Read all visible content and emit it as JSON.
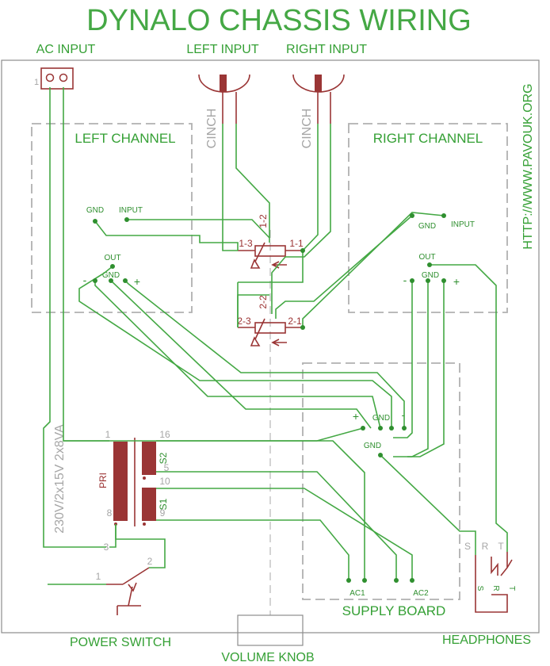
{
  "title": "DYNALO CHASSIS WIRING",
  "labels": {
    "ac_input": "AC INPUT",
    "left_input": "LEFT INPUT",
    "right_input": "RIGHT INPUT",
    "cinch_left": "CINCH",
    "cinch_right": "CINCH",
    "left_channel": "LEFT CHANNEL",
    "right_channel": "RIGHT CHANNEL",
    "website": "HTTP://WWW.PAVOUK.ORG",
    "transformer": "230V/2x15V 2x8VA",
    "supply_board": "SUPPLY BOARD",
    "power_switch": "POWER SWITCH",
    "volume_knob": "VOLUME KNOB",
    "headphones": "HEADPHONES"
  },
  "pins": {
    "gnd": "GND",
    "input": "INPUT",
    "out": "OUT",
    "minus": "-",
    "plus": "+",
    "pot_1_1": "1-1",
    "pot_1_2": "1-2",
    "pot_1_3": "1-3",
    "pot_2_1": "2-1",
    "pot_2_2": "2-2",
    "pot_2_3": "2-3",
    "ac1": "AC1",
    "ac2": "AC2",
    "pri": "PRI",
    "s1": "S1",
    "s2": "S2",
    "t1": "1",
    "t16": "16",
    "t5": "5",
    "t10": "10",
    "t8": "8",
    "t9": "9",
    "sw1": "1",
    "sw2": "2",
    "sw3": "3",
    "ac_pin1": "1",
    "jack_s": "S",
    "jack_r": "R",
    "jack_t": "T"
  },
  "colors": {
    "wire": "#44a844",
    "title": "#45a845",
    "component": "#9a3535",
    "outline": "#b0b0b0"
  }
}
